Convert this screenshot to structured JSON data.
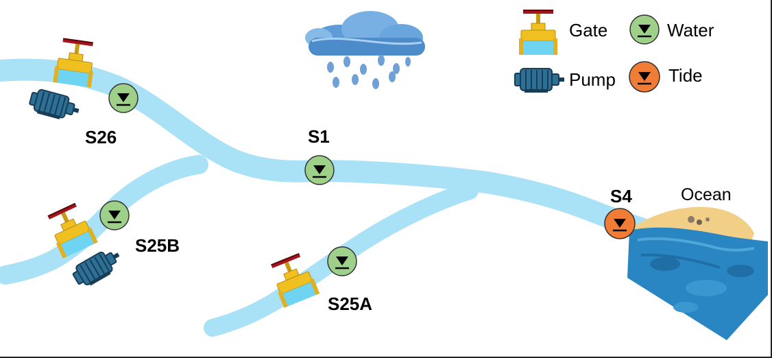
{
  "legend": {
    "gate_label": "Gate",
    "water_label": "Water",
    "pump_label": "Pump",
    "tide_label": "Tide"
  },
  "stations": {
    "s26": "S26",
    "s1": "S1",
    "s25b": "S25B",
    "s25a": "S25A",
    "s4": "S4"
  },
  "ocean_label": "Ocean",
  "colors": {
    "river": "#a9e1f7",
    "water_sensor": "#9fd08a",
    "tide_sensor": "#f07c35",
    "pump": "#2e6f95",
    "gate_body": "#f0c020",
    "gate_wheel": "#a3141b",
    "ocean": "#2a86c2",
    "sand": "#f2cf86",
    "cloud": "#6fa9de"
  },
  "icons": {
    "gate": "gate-valve-icon",
    "pump": "pump-motor-icon",
    "water": "water-level-sensor-icon",
    "tide": "tide-level-sensor-icon",
    "rain": "rain-cloud-icon"
  }
}
